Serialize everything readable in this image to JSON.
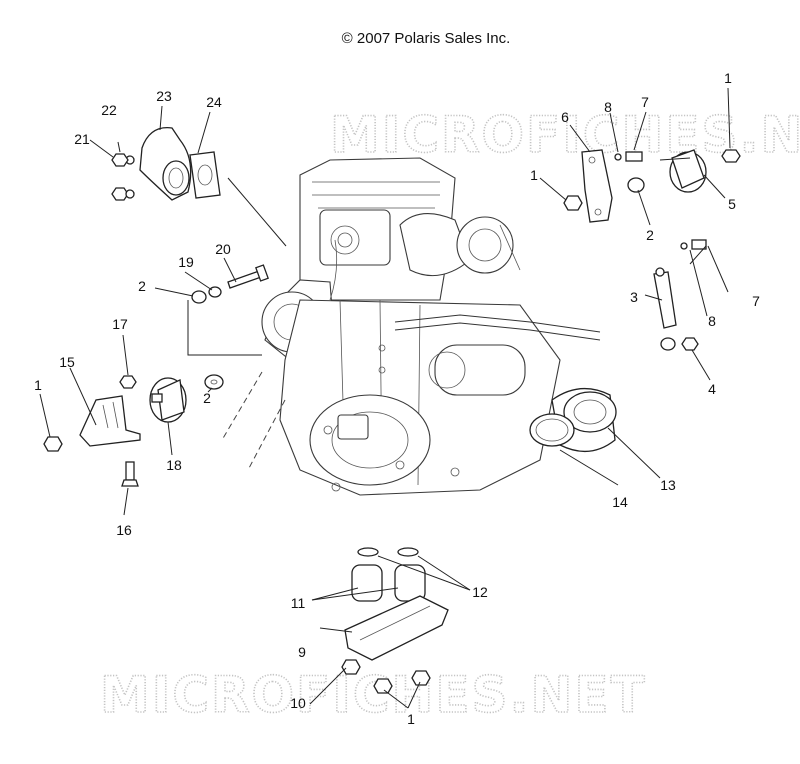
{
  "copyright": "© 2007 Polaris Sales Inc.",
  "watermark": "MICROFICHES.NET",
  "callouts": {
    "c1a": "1",
    "c1b": "1",
    "c1c": "1",
    "c1d": "1",
    "c2a": "2",
    "c2b": "2",
    "c2c": "2",
    "c3": "3",
    "c4": "4",
    "c5": "5",
    "c6": "6",
    "c7a": "7",
    "c7b": "7",
    "c8a": "8",
    "c8b": "8",
    "c9": "9",
    "c10": "10",
    "c11": "11",
    "c12": "12",
    "c13": "13",
    "c14": "14",
    "c15": "15",
    "c16": "16",
    "c17": "17",
    "c18": "18",
    "c19": "19",
    "c20": "20",
    "c21": "21",
    "c22": "22",
    "c23": "23",
    "c24": "24"
  }
}
